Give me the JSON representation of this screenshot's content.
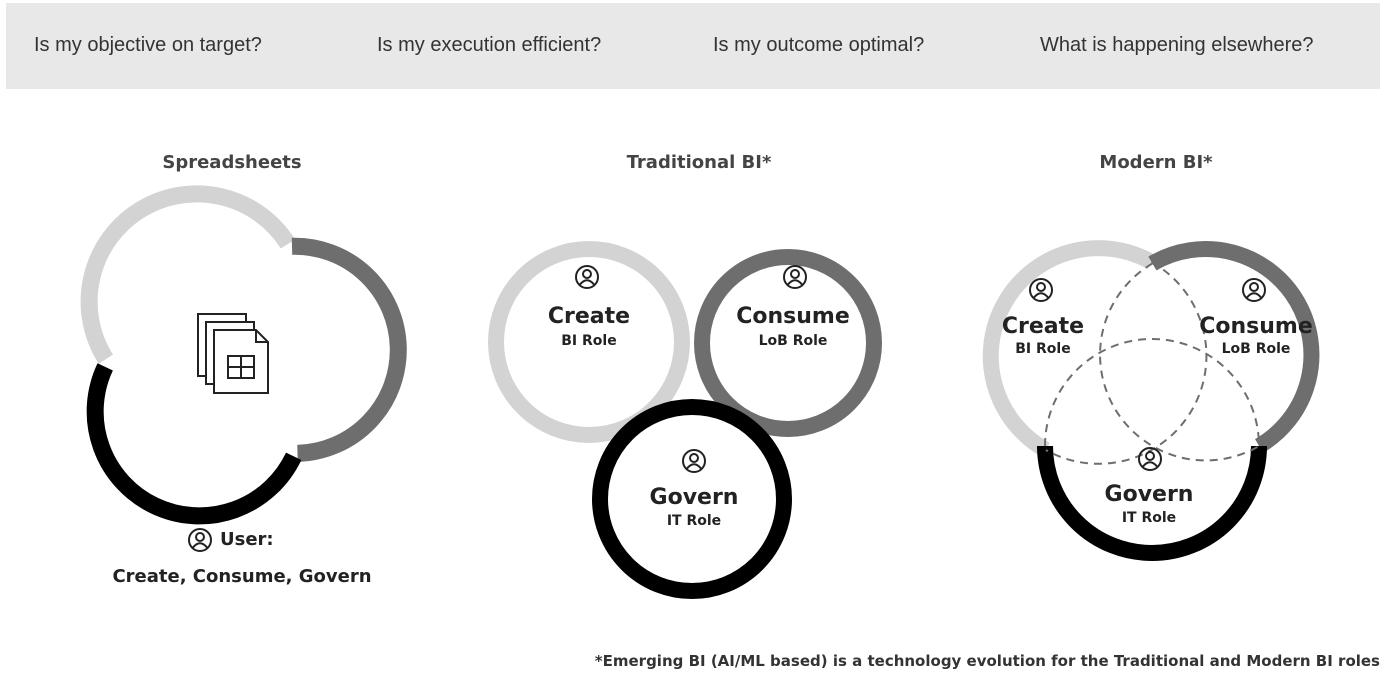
{
  "questions": [
    "Is my objective on target?",
    "Is my execution efficient?",
    "Is my outcome optimal?",
    "What is happening elsewhere?"
  ],
  "spreadsheets": {
    "title": "Spreadsheets",
    "icon": "spreadsheet-document-icon",
    "user_label": "User:",
    "user_roles": "Create, Consume, Govern"
  },
  "traditional": {
    "title": "Traditional BI*",
    "create": {
      "label": "Create",
      "role": "BI Role"
    },
    "consume": {
      "label": "Consume",
      "role": "LoB Role"
    },
    "govern": {
      "label": "Govern",
      "role": "IT Role"
    }
  },
  "modern": {
    "title": "Modern BI*",
    "create": {
      "label": "Create",
      "role": "BI Role"
    },
    "consume": {
      "label": "Consume",
      "role": "LoB Role"
    },
    "govern": {
      "label": "Govern",
      "role": "IT Role"
    }
  },
  "footnote": "*Emerging BI (AI/ML based) is a technology evolution for the Traditional and Modern BI roles",
  "colors": {
    "band": "#e8e8e8",
    "create_ring": "#d3d3d3",
    "consume_ring": "#6e6e6e",
    "govern_ring": "#000000",
    "dashed": "#6e6e6e"
  }
}
